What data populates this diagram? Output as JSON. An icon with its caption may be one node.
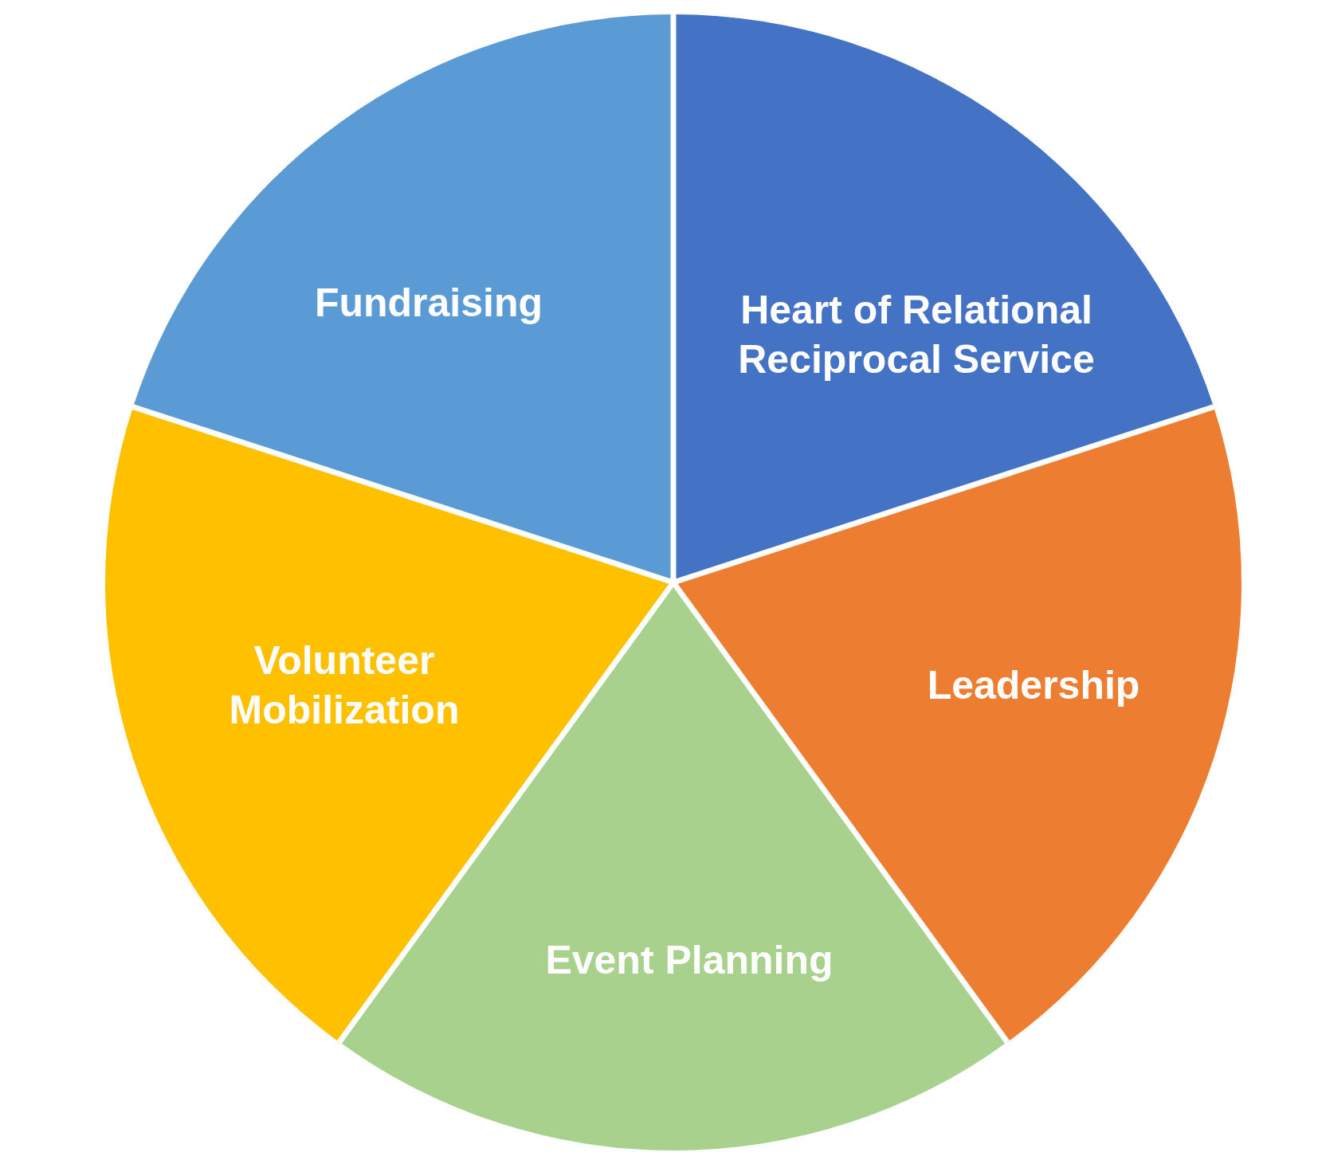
{
  "diagram": {
    "nodes": [
      {
        "text": [
          "Fundraising"
        ]
      },
      {
        "text": [
          "Heart of Relational Reciprocal Service"
        ]
      },
      {
        "text": [
          "Volunteer Mobilization"
        ]
      },
      {
        "text": [
          "Leadership"
        ]
      },
      {
        "text": [
          "Event Planning"
        ]
      }
    ]
  }
}
